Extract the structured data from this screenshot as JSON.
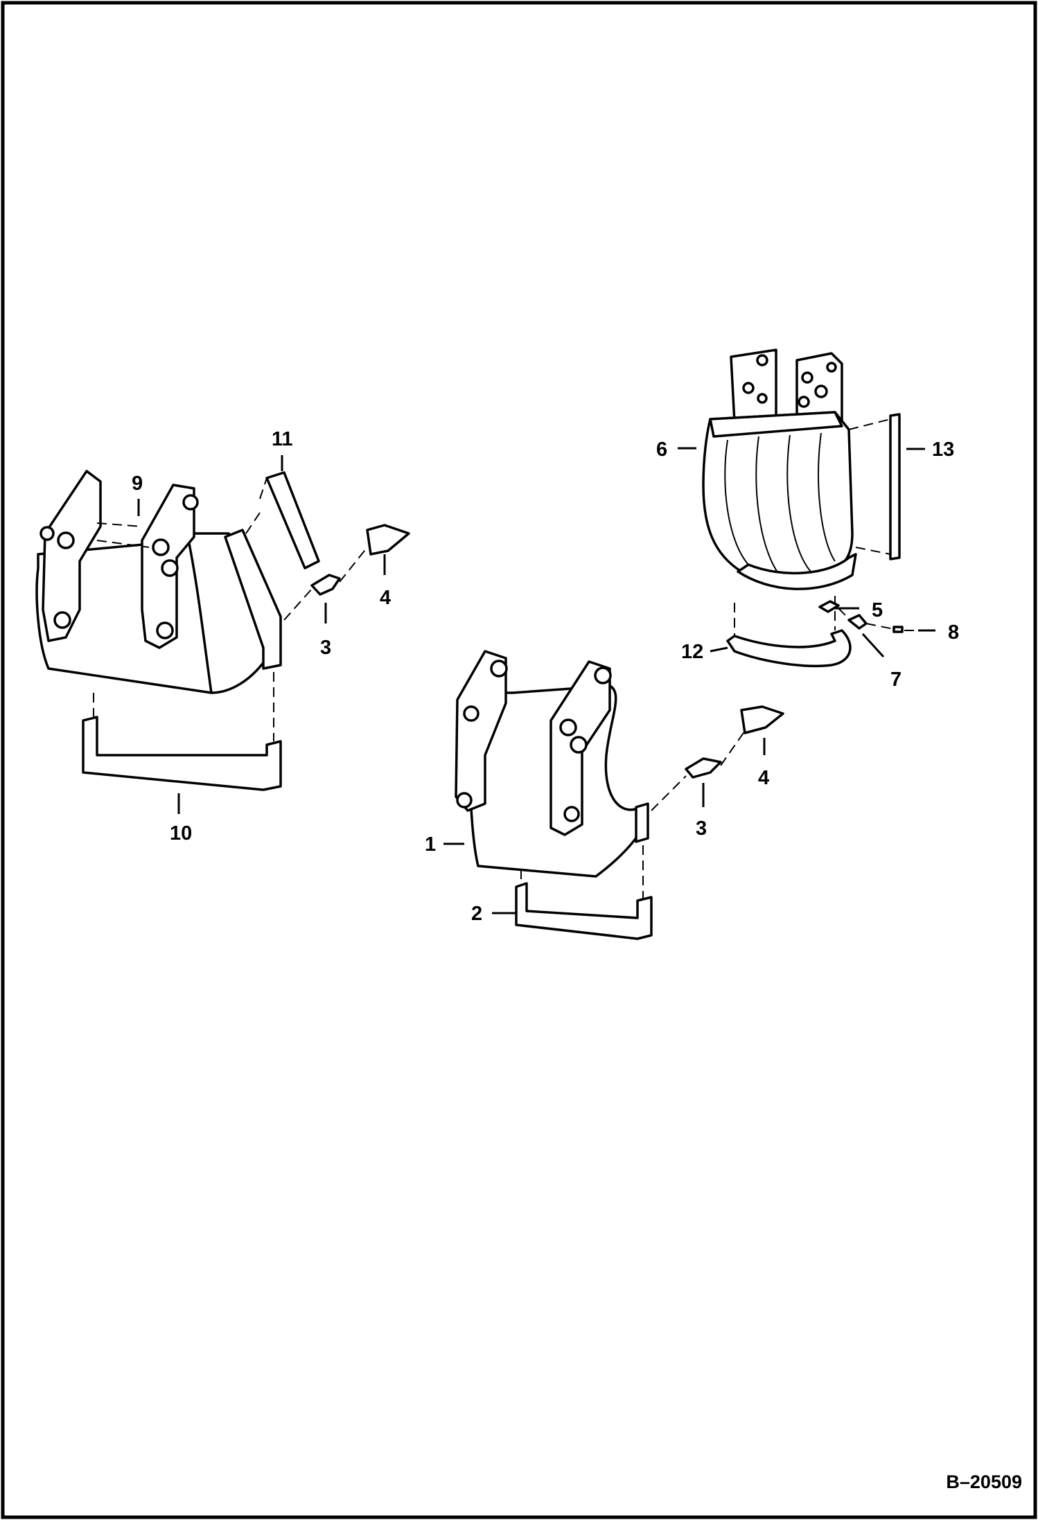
{
  "drawing_code": "B–20509",
  "callouts": {
    "c1": "1",
    "c2": "2",
    "c3a": "3",
    "c3b": "3",
    "c4a": "4",
    "c4b": "4",
    "c5": "5",
    "c6": "6",
    "c7": "7",
    "c8": "8",
    "c9": "9",
    "c10": "10",
    "c11": "11",
    "c12": "12",
    "c13": "13"
  },
  "colors": {
    "line": "#000000",
    "background": "#ffffff"
  }
}
